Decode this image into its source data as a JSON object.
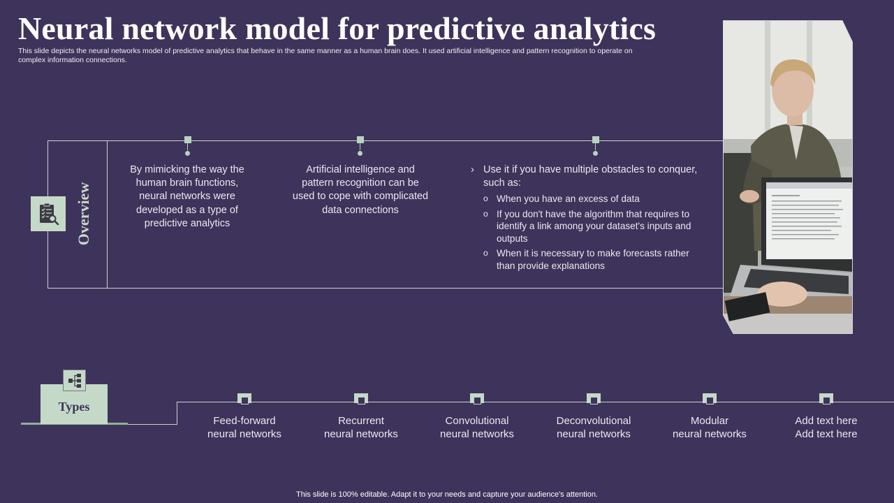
{
  "title": "Neural network model for predictive analytics",
  "subtitle": "This slide depicts the neural networks model of predictive analytics that behave in the same manner as a human brain does. It used artificial intelligence and pattern recognition to operate on complex information connections.",
  "overview": {
    "label": "Overview",
    "icon": "clipboard-search-icon",
    "col1": "By mimicking the way the human brain functions, neural networks were developed as a type of predictive analytics",
    "col2": "Artificial intelligence and pattern recognition can be used to cope with complicated data connections",
    "col3_lead": "Use it if you have multiple obstacles to conquer, such as:",
    "col3_items": [
      "When you have an excess of data",
      "If you don't have the algorithm that requires to identify a link among your dataset's inputs and outputs",
      "When it is necessary to make forecasts rather than provide explanations"
    ]
  },
  "photo": {
    "icon": "person-laptop-photo"
  },
  "types": {
    "label": "Types",
    "icon": "hierarchy-icon",
    "items": [
      {
        "line1": "Feed-forward",
        "line2": "neural networks"
      },
      {
        "line1": "Recurrent",
        "line2": "neural networks"
      },
      {
        "line1": "Convolutional",
        "line2": "neural networks"
      },
      {
        "line1": "Deconvolutional",
        "line2": "neural networks"
      },
      {
        "line1": "Modular",
        "line2": "neural networks"
      },
      {
        "line1": "Add text here",
        "line2": "Add text here"
      }
    ]
  },
  "footer": "This slide is 100% editable. Adapt it to your needs and capture your audience's attention.",
  "colors": {
    "background": "#3e335a",
    "accent": "#c5d9c8",
    "line": "#cfd2d8"
  }
}
